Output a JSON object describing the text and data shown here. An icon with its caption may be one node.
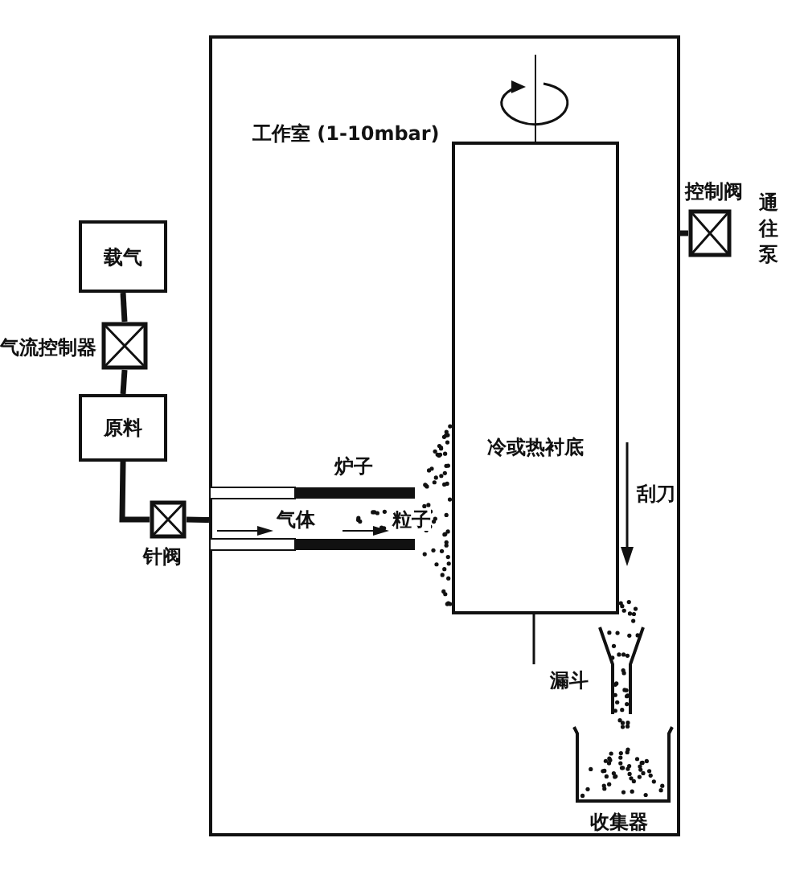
{
  "diagram": {
    "nodes": [
      {
        "text": [
          "工作室 (1-10mbar)"
        ]
      },
      {
        "text": [
          "载气"
        ]
      },
      {
        "text": [],
        "shape": "box",
        "beside": [
          "气流控制器"
        ]
      },
      {
        "text": [
          "原料"
        ]
      },
      {
        "text": [],
        "shape": "box",
        "beside": [
          "针阀"
        ]
      },
      {
        "text": [
          "炉子"
        ],
        "in": 0
      },
      {
        "text": [
          "冷或热衬底"
        ],
        "in": 0
      },
      {
        "text": [],
        "shape": "box",
        "beside": [
          "控制阀",
          "通往泵"
        ]
      },
      {
        "text": [],
        "shape": "funnel",
        "beside": [
          "漏斗"
        ],
        "in": 0
      },
      {
        "text": [],
        "shape": "beaker",
        "beside": [
          "收集器"
        ],
        "in": 0
      }
    ],
    "edges": [
      {
        "from": 1,
        "to": 2,
        "arrow": "none"
      },
      {
        "from": 2,
        "to": 3,
        "arrow": "none"
      },
      {
        "from": 3,
        "to": 4,
        "arrow": "none"
      },
      {
        "from": 4,
        "to": 5,
        "arrow": "none"
      },
      {
        "from": 0,
        "to": 7,
        "arrow": "none"
      }
    ],
    "labels": [
      "气体",
      "粒子",
      "刮刀"
    ]
  }
}
